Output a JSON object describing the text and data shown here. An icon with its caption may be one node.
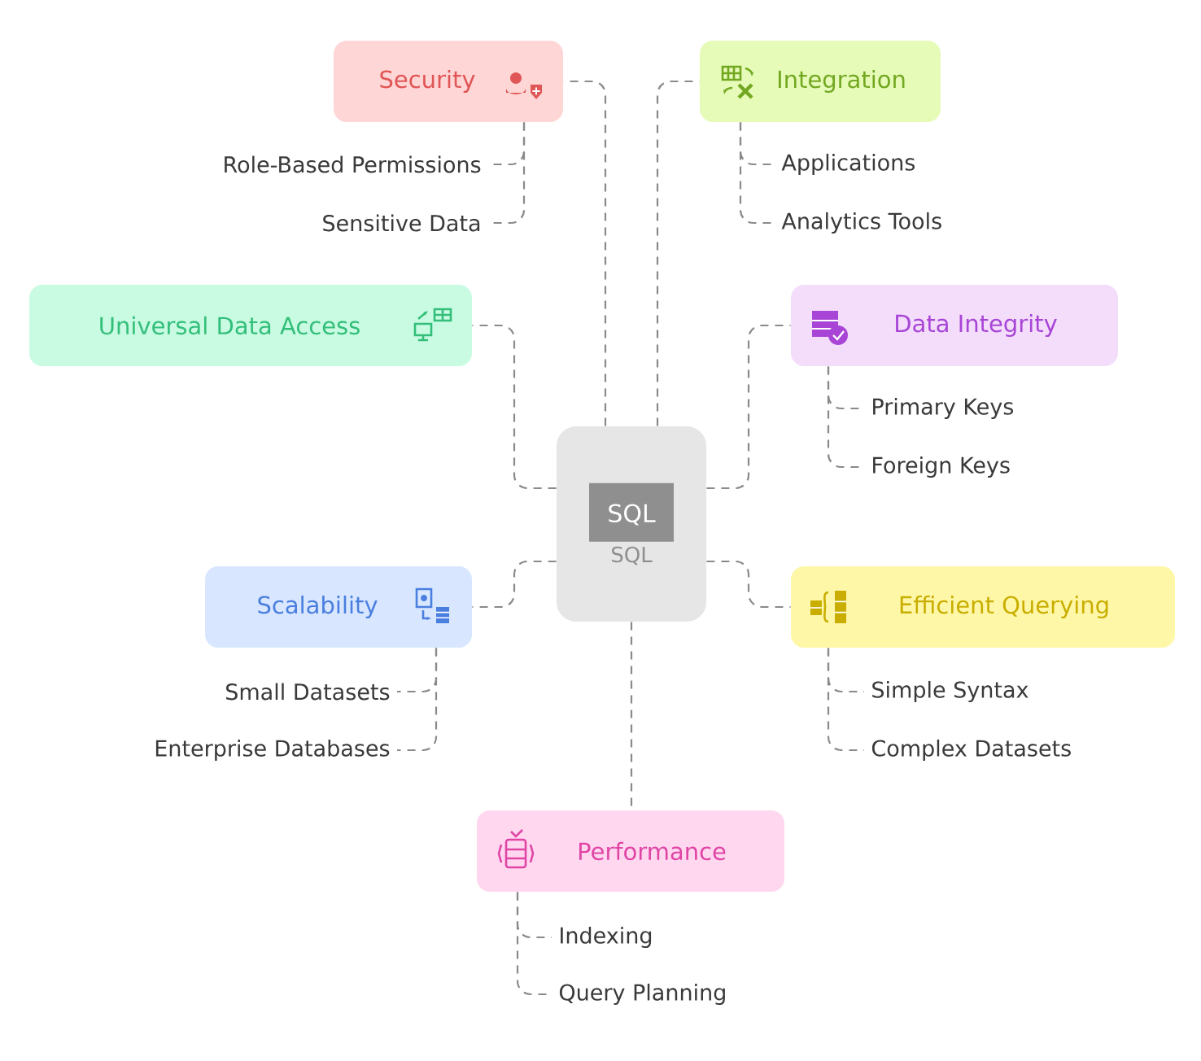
{
  "diagram": {
    "nodes": [
      {
        "text": [
          "SQL",
          "SQL"
        ]
      },
      {
        "text": [
          "Security"
        ]
      },
      {
        "text": [
          "Role-Based Permissions"
        ]
      },
      {
        "text": [
          "Sensitive Data"
        ]
      },
      {
        "text": [
          "Integration"
        ]
      },
      {
        "text": [
          "Applications"
        ]
      },
      {
        "text": [
          "Analytics Tools"
        ]
      },
      {
        "text": [
          "Universal Data Access"
        ]
      },
      {
        "text": [
          "Data Integrity"
        ]
      },
      {
        "text": [
          "Primary Keys"
        ]
      },
      {
        "text": [
          "Foreign Keys"
        ]
      },
      {
        "text": [
          "Scalability"
        ]
      },
      {
        "text": [
          "Small Datasets"
        ]
      },
      {
        "text": [
          "Enterprise Databases"
        ]
      },
      {
        "text": [
          "Efficient Querying"
        ]
      },
      {
        "text": [
          "Simple Syntax"
        ]
      },
      {
        "text": [
          "Complex Datasets"
        ]
      },
      {
        "text": [
          "Performance"
        ]
      },
      {
        "text": [
          "Indexing"
        ]
      },
      {
        "text": [
          "Query Planning"
        ]
      }
    ],
    "edges": [
      {
        "from": 0,
        "to": 1,
        "arrow": "none",
        "style": "dashed"
      },
      {
        "from": 1,
        "to": 2,
        "arrow": "none",
        "style": "dashed"
      },
      {
        "from": 1,
        "to": 3,
        "arrow": "none",
        "style": "dashed"
      },
      {
        "from": 0,
        "to": 4,
        "arrow": "none",
        "style": "dashed"
      },
      {
        "from": 4,
        "to": 5,
        "arrow": "none",
        "style": "dashed"
      },
      {
        "from": 4,
        "to": 6,
        "arrow": "none",
        "style": "dashed"
      },
      {
        "from": 0,
        "to": 7,
        "arrow": "none",
        "style": "dashed"
      },
      {
        "from": 0,
        "to": 8,
        "arrow": "none",
        "style": "dashed"
      },
      {
        "from": 8,
        "to": 9,
        "arrow": "none",
        "style": "dashed"
      },
      {
        "from": 8,
        "to": 10,
        "arrow": "none",
        "style": "dashed"
      },
      {
        "from": 0,
        "to": 11,
        "arrow": "none",
        "style": "dashed"
      },
      {
        "from": 11,
        "to": 12,
        "arrow": "none",
        "style": "dashed"
      },
      {
        "from": 11,
        "to": 13,
        "arrow": "none",
        "style": "dashed"
      },
      {
        "from": 0,
        "to": 14,
        "arrow": "none",
        "style": "dashed"
      },
      {
        "from": 14,
        "to": 15,
        "arrow": "none",
        "style": "dashed"
      },
      {
        "from": 14,
        "to": 16,
        "arrow": "none",
        "style": "dashed"
      },
      {
        "from": 0,
        "to": 17,
        "arrow": "none",
        "style": "dashed"
      },
      {
        "from": 17,
        "to": 18,
        "arrow": "none",
        "style": "dashed"
      },
      {
        "from": 17,
        "to": 19,
        "arrow": "none",
        "style": "dashed"
      }
    ]
  }
}
